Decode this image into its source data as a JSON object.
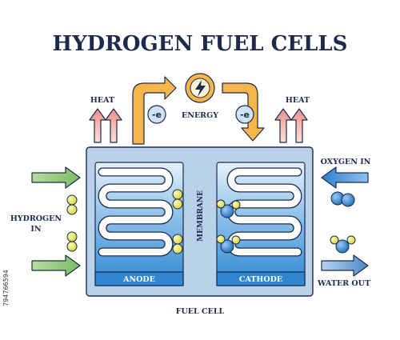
{
  "title": "HYDROGEN FUEL CELLS",
  "labels": {
    "heat_left": "HEAT",
    "heat_right": "HEAT",
    "energy": "ENERGY",
    "electron_left": "-e",
    "electron_right": "-e",
    "hydrogen_line1": "HYDROGEN",
    "hydrogen_line2": "IN",
    "oxygen_in": "OXYGEN IN",
    "water_out": "WATER OUT",
    "anode": "ANODE",
    "cathode": "CATHODE",
    "membrane": "MEMBRANE",
    "fuel_cell": "FUEL CELL"
  },
  "stock_id": "794766594",
  "colors": {
    "navy": "#1c2a4d",
    "green_arrow": "#8cc47a",
    "blue_arrow": "#3f8fd6",
    "orange": "#f6b64a",
    "heat_pink": "#f2a09c",
    "cell_bg": "#b9d2ea",
    "chamber_blue": "#3d93d6",
    "hydrogen_yellow": "#e8e44c",
    "oxygen_blue": "#2f86d0"
  }
}
